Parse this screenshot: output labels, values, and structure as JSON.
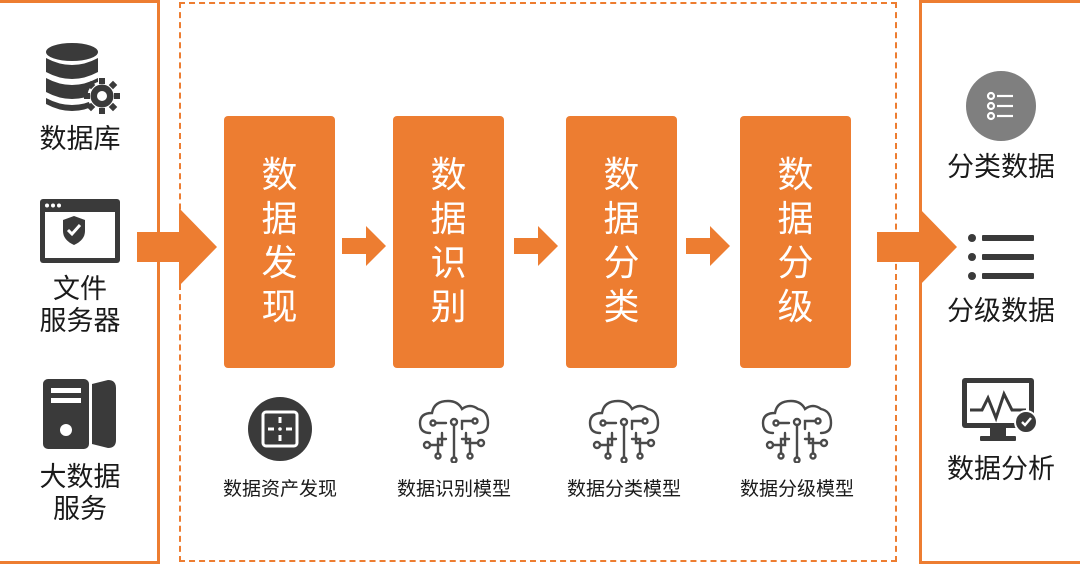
{
  "colors": {
    "accent": "#ED7D31",
    "icon_dark": "#3a3a3a",
    "icon_gray": "#7f7f7f"
  },
  "sources": [
    {
      "label": "数据库",
      "icon": "database-gear-icon"
    },
    {
      "label": "文件\n服务器",
      "icon": "file-window-shield-icon"
    },
    {
      "label": "大数据\n服务",
      "icon": "server-tower-icon"
    }
  ],
  "steps": [
    {
      "label": "数据发现"
    },
    {
      "label": "数据识别"
    },
    {
      "label": "数据分类"
    },
    {
      "label": "数据分级"
    }
  ],
  "models": [
    {
      "label": "数据资产发现",
      "icon": "scan-target-icon"
    },
    {
      "label": "数据识别模型",
      "icon": "cloud-circuit-icon"
    },
    {
      "label": "数据分类模型",
      "icon": "cloud-circuit-icon"
    },
    {
      "label": "数据分级模型",
      "icon": "cloud-circuit-icon"
    }
  ],
  "outputs": [
    {
      "label": "分类数据",
      "icon": "list-circle-icon"
    },
    {
      "label": "分级数据",
      "icon": "list-icon"
    },
    {
      "label": "数据分析",
      "icon": "monitor-analytics-icon"
    }
  ]
}
